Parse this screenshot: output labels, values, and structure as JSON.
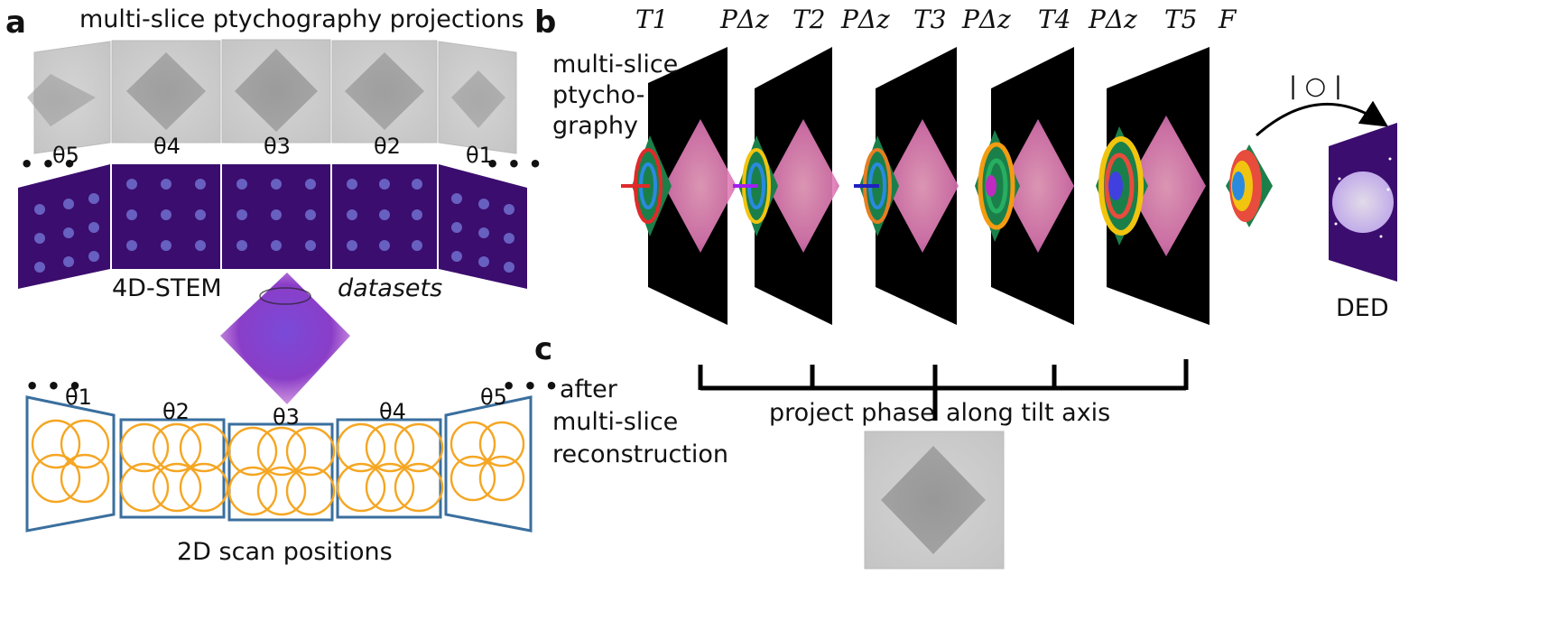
{
  "panels": {
    "a": "a",
    "b": "b",
    "c": "c"
  },
  "panel_a": {
    "title": "multi-slice ptychography projections",
    "label_4dstem": "4D-STEM",
    "label_datasets": "datasets",
    "label_scan": "2D scan positions",
    "thetas_top": [
      "θ5",
      "θ4",
      "θ3",
      "θ2",
      "θ1"
    ],
    "thetas_bottom": [
      "θ1",
      "θ2",
      "θ3",
      "θ4",
      "θ5"
    ],
    "ellipsis": "• • •"
  },
  "panel_b": {
    "side_label_line1": "multi-slice",
    "side_label_line2": "ptycho-",
    "side_label_line3": "graphy",
    "operators": [
      "T1",
      "PΔz",
      "T2",
      "PΔz",
      "T3",
      "PΔz",
      "T4",
      "PΔz",
      "T5",
      "F"
    ],
    "abs_label": "| ○ |",
    "ded_label": "DED"
  },
  "panel_c": {
    "side_line1": "after",
    "side_line2": "multi-slice",
    "side_line3": "reconstruction",
    "label_left": "project phase",
    "label_right": "along tilt axis"
  },
  "colors": {
    "grey_image": "#c9c9c9",
    "dataset_purple": "#3b0d6e",
    "scan_orange": "#f5a623",
    "scan_frame": "#3a6f9e",
    "slice_black": "#000000"
  }
}
